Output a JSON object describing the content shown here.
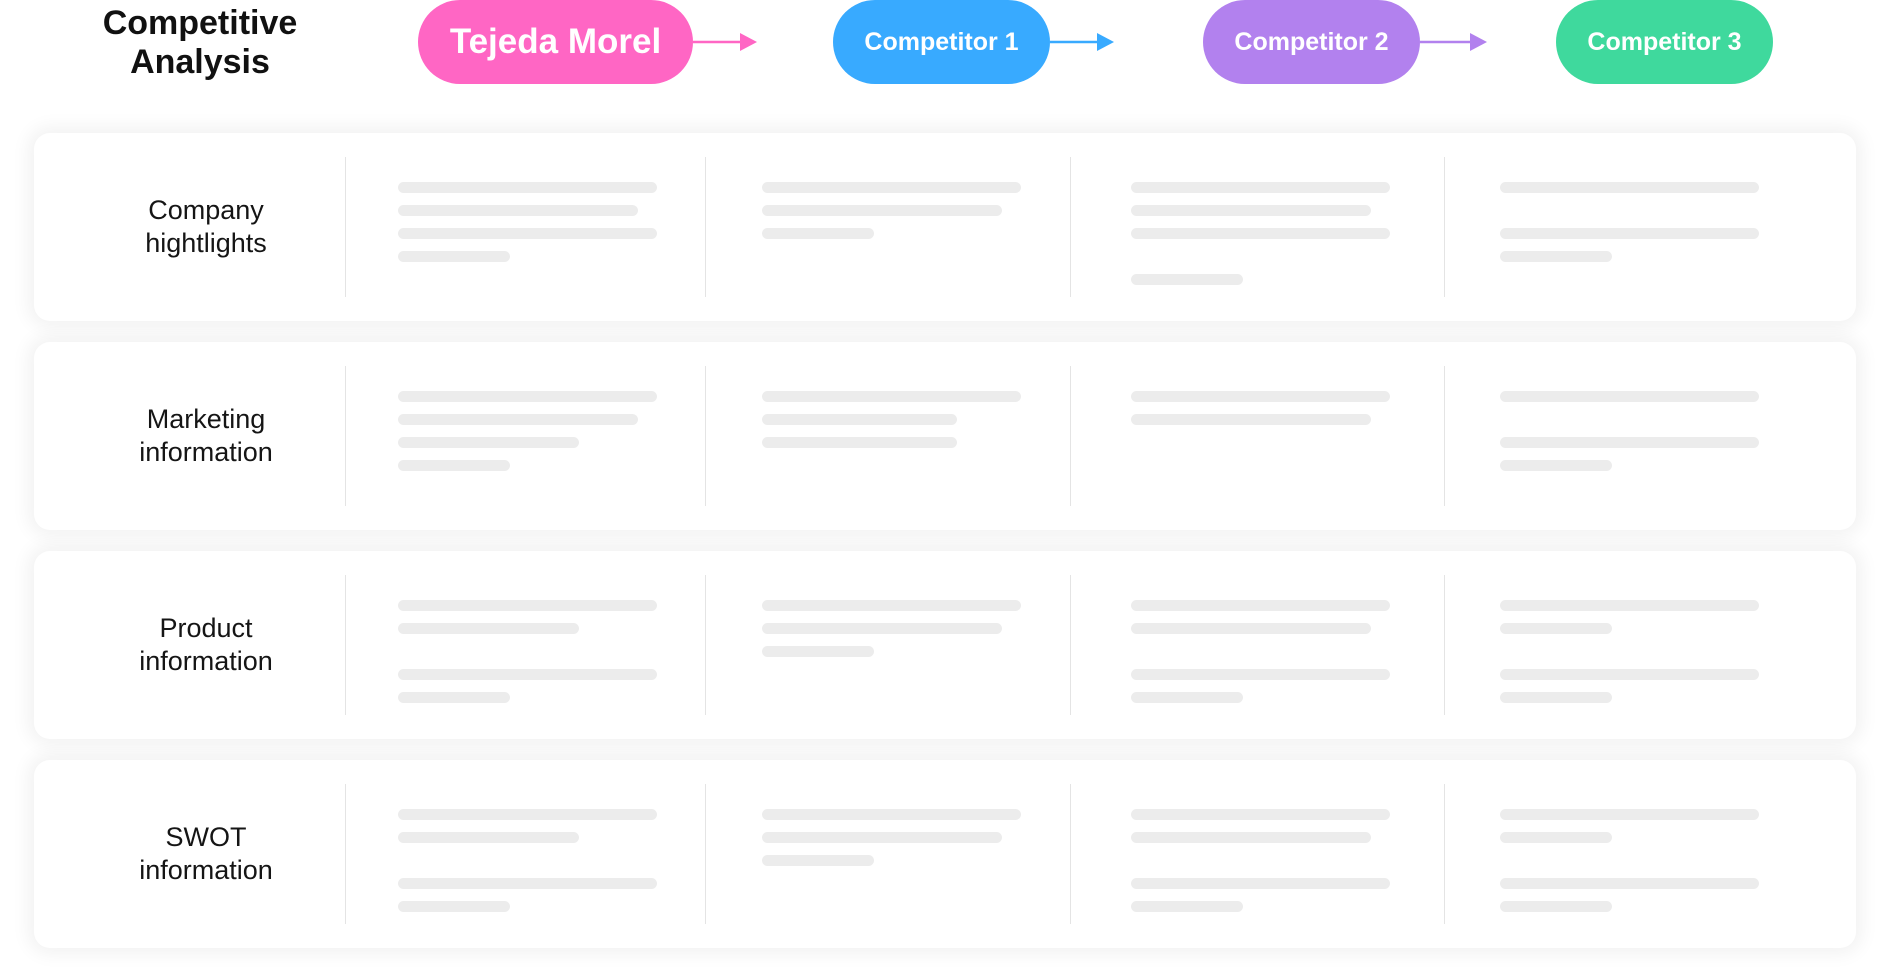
{
  "title": "Competitive\nAnalysis",
  "header": {
    "pills": [
      {
        "label": "Tejeda Morel",
        "color": "#ff66c4"
      },
      {
        "label": "Competitor 1",
        "color": "#38aaff"
      },
      {
        "label": "Competitor 2",
        "color": "#b281ee"
      },
      {
        "label": "Competitor 3",
        "color": "#3fd99d"
      }
    ],
    "arrow_colors": [
      "#ff66c4",
      "#38aaff",
      "#b281ee"
    ]
  },
  "rows": [
    {
      "label": "Company\nhightlights"
    },
    {
      "label": "Marketing\ninformation"
    },
    {
      "label": "Product\ninformation"
    },
    {
      "label": "SWOT\ninformation"
    }
  ],
  "placeholder_color": "#ececec"
}
